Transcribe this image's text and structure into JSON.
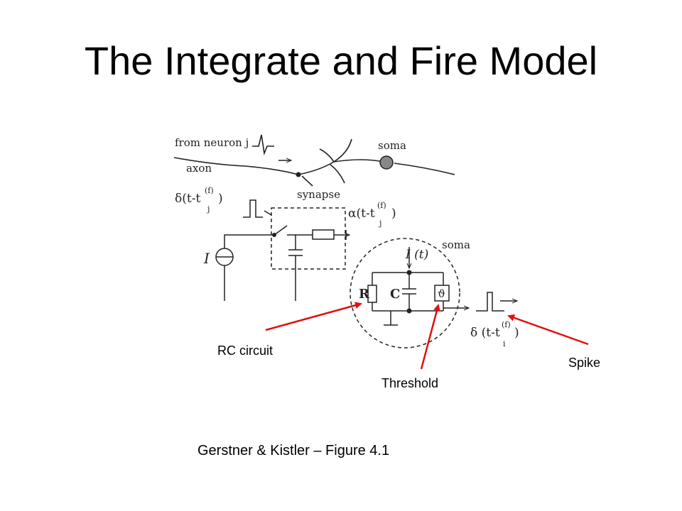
{
  "slide": {
    "title": "The Integrate and Fire Model",
    "caption": "Gerstner & Kistler – Figure 4.1"
  },
  "figure": {
    "from_neuron_label": "from neuron j",
    "axon_label": "axon",
    "soma_top_label": "soma",
    "synapse_label": "synapse",
    "delta_input_label": "δ(t-t",
    "delta_input_sub": "j",
    "delta_input_sup": "(f)",
    "delta_input_close": ")",
    "alpha_label": "α(t-t",
    "alpha_sub": "j",
    "alpha_sup": "(f)",
    "alpha_close": ")",
    "current_symbol": "I",
    "soma_circuit_label": "soma",
    "current_t_label": "I (t)",
    "resistor_label": "R",
    "capacitor_label": "C",
    "threshold_symbol": "ϑ",
    "delta_output_label": "δ (t-t",
    "delta_output_sub": "i",
    "delta_output_sup": "(f)",
    "delta_output_close": ")"
  },
  "annotations": {
    "rc_circuit": "RC circuit",
    "threshold": "Threshold",
    "spike": "Spike",
    "arrow_color": "#e01010"
  }
}
